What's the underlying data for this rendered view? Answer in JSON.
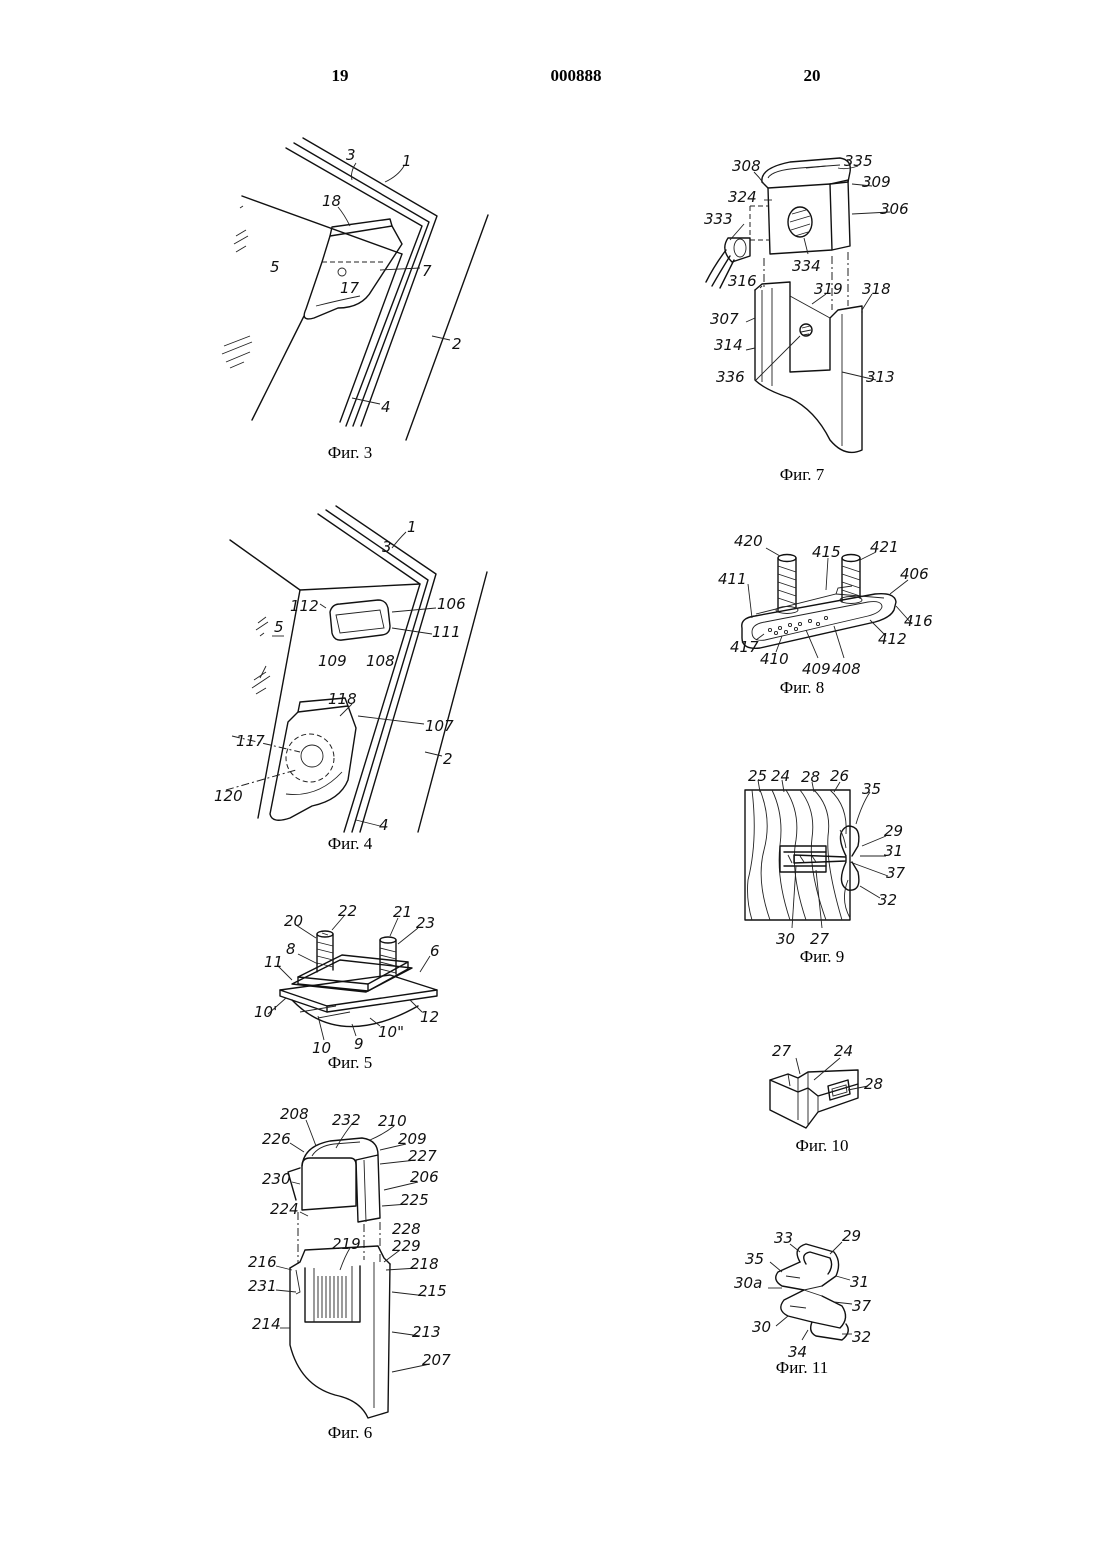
{
  "header": {
    "page_left": "19",
    "doc_number": "000888",
    "page_right": "20"
  },
  "figures": [
    {
      "caption": "Фиг. 3",
      "labels": [
        "3",
        "1",
        "18",
        "5",
        "7",
        "17",
        "2",
        "4"
      ]
    },
    {
      "caption": "Фиг. 4",
      "labels": [
        "1",
        "3",
        "112",
        "5",
        "106",
        "111",
        "109",
        "108",
        "118",
        "107",
        "117",
        "120",
        "2",
        "4"
      ]
    },
    {
      "caption": "Фиг. 5",
      "labels": [
        "22",
        "21",
        "20",
        "23",
        "8",
        "6",
        "11",
        "10'",
        "12",
        "10",
        "9",
        "10\""
      ]
    },
    {
      "caption": "Фиг. 6",
      "labels": [
        "208",
        "232",
        "210",
        "226",
        "209",
        "227",
        "230",
        "206",
        "225",
        "224",
        "228",
        "216",
        "219",
        "229",
        "218",
        "231",
        "215",
        "214",
        "213",
        "207"
      ]
    },
    {
      "caption": "Фиг. 7",
      "labels": [
        "308",
        "335",
        "309",
        "324",
        "306",
        "333",
        "334",
        "316",
        "319",
        "318",
        "307",
        "314",
        "336",
        "313"
      ]
    },
    {
      "caption": "Фиг. 8",
      "labels": [
        "420",
        "415",
        "421",
        "411",
        "406",
        "416",
        "412",
        "417",
        "410",
        "409",
        "408"
      ]
    },
    {
      "caption": "Фиг. 9",
      "labels": [
        "25",
        "24",
        "28",
        "26",
        "35",
        "29",
        "31",
        "37",
        "32",
        "30",
        "27"
      ]
    },
    {
      "caption": "Фиг. 10",
      "labels": [
        "27",
        "24",
        "28"
      ]
    },
    {
      "caption": "Фиг. 11",
      "labels": [
        "33",
        "29",
        "35",
        "31",
        "30a",
        "37",
        "30",
        "32",
        "34"
      ]
    }
  ]
}
